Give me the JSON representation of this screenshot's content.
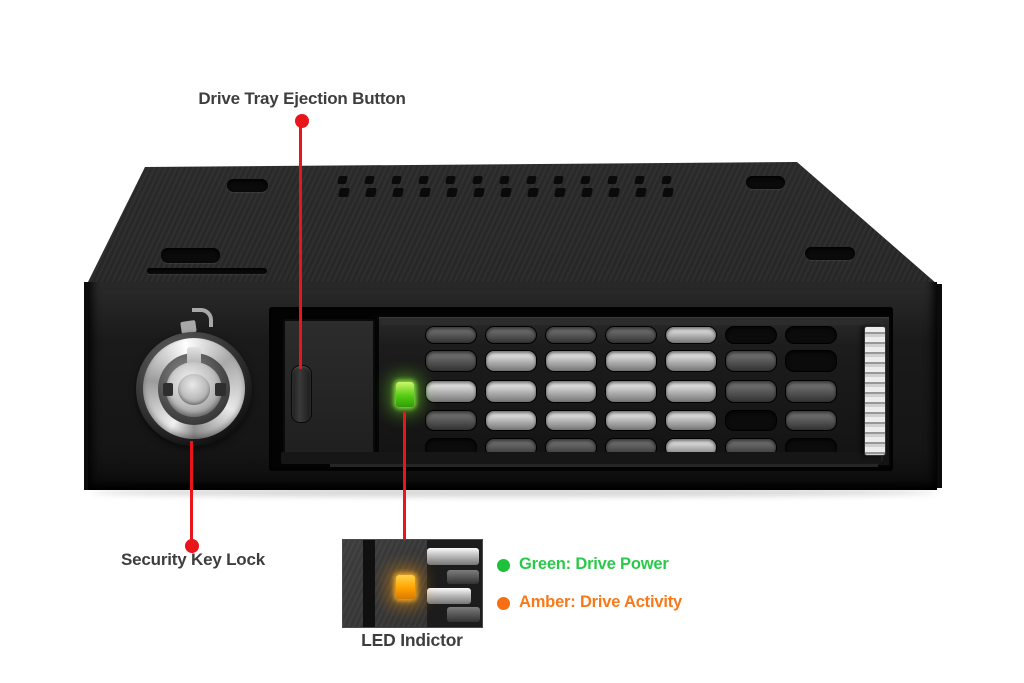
{
  "labels": {
    "ejection": "Drive Tray Ejection Button",
    "security": "Security Key Lock",
    "led_inset": "LED Indictor"
  },
  "legend": {
    "items": [
      {
        "label": "Green: Drive Power",
        "color": "#2bc94a",
        "bullet": "#1fc13c"
      },
      {
        "label": "Amber: Drive Activity",
        "color": "#f8791a",
        "bullet": "#f76f15"
      }
    ]
  },
  "colors": {
    "callout_red": "#e8151b",
    "label_text": "#3e3e3e",
    "led_power_green": "#55cc14",
    "led_activity_amber": "#ffa200"
  }
}
